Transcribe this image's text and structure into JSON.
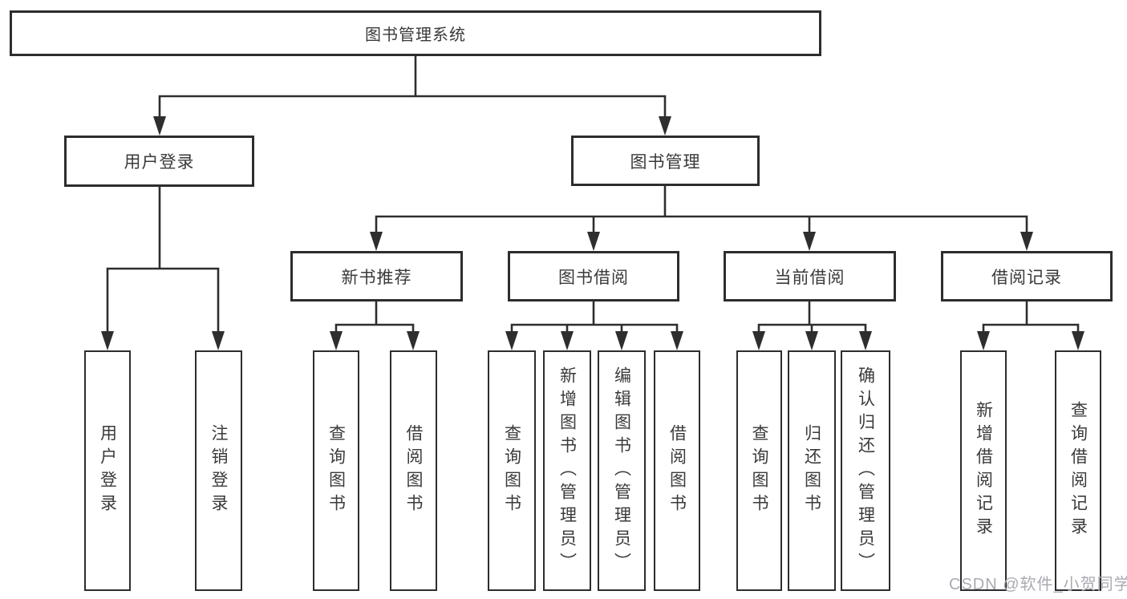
{
  "diagram": {
    "type": "hierarchy-chart",
    "colors": {
      "background": "#ffffff",
      "line": "#2e2e2e",
      "box_border": "#2d2d2d",
      "box_fill": "#ffffff",
      "text": "#3a3a3a",
      "watermark_text_color": "#aaaab2"
    },
    "tree": {
      "root": {
        "label": "图书管理系统"
      },
      "level2": [
        {
          "label": "用户登录",
          "children": [
            {
              "label": "用户登录"
            },
            {
              "label": "注销登录"
            }
          ]
        },
        {
          "label": "图书管理",
          "children": [
            {
              "label": "新书推荐",
              "children": [
                {
                  "label": "查询图书"
                },
                {
                  "label": "借阅图书"
                }
              ]
            },
            {
              "label": "图书借阅",
              "children": [
                {
                  "label": "查询图书"
                },
                {
                  "label": "新增图书（管理员）"
                },
                {
                  "label": "编辑图书（管理员）"
                },
                {
                  "label": "借阅图书"
                }
              ]
            },
            {
              "label": "当前借阅",
              "children": [
                {
                  "label": "查询图书"
                },
                {
                  "label": "归还图书"
                },
                {
                  "label": "确认归还（管理员）"
                }
              ]
            },
            {
              "label": "借阅记录",
              "children": [
                {
                  "label": "新增借阅记录"
                },
                {
                  "label": "查询借阅记录"
                }
              ]
            }
          ]
        }
      ]
    },
    "watermark": {
      "text": "CSDN @软件_小贺同学"
    }
  }
}
